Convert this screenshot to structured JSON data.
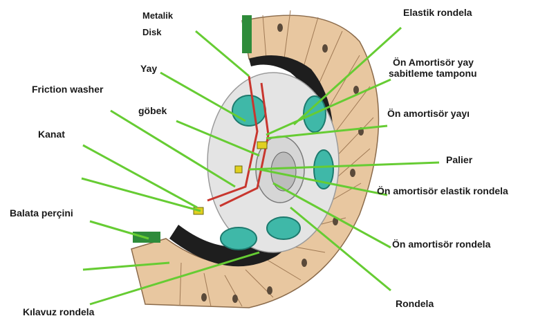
{
  "labels": {
    "metalik_disk_1": "Metalik",
    "metalik_disk_2": "Disk",
    "yay": "Yay",
    "friction_washer": "Friction washer",
    "gobek": "göbek",
    "kanat": "Kanat",
    "balata_percini": "Balata perçini",
    "kilavuz_rondela": "Kılavuz rondela",
    "elastik_rondela": "Elastik rondela",
    "on_amortisor_yay_1": "Ön Amortisör yay",
    "on_amortisor_yay_2": "sabitleme tamponu",
    "on_amortisor_yayi": "Ön amortisör yayı",
    "palier": "Palier",
    "on_amortisor_elastik_rondela": "Ön amortisör elastik rondela",
    "on_amortisor_rondela": "Ön amortisör rondela",
    "rondela": "Rondela"
  },
  "colors": {
    "leader_line": "#66cc33",
    "friction_lining": "#e8c7a0",
    "lining_dark": "#c99a6c",
    "green_segment": "#2e8b3a",
    "hub_metal": "#e4e4e4",
    "spring": "#3fb8a8",
    "red_plate": "#c8362e"
  }
}
